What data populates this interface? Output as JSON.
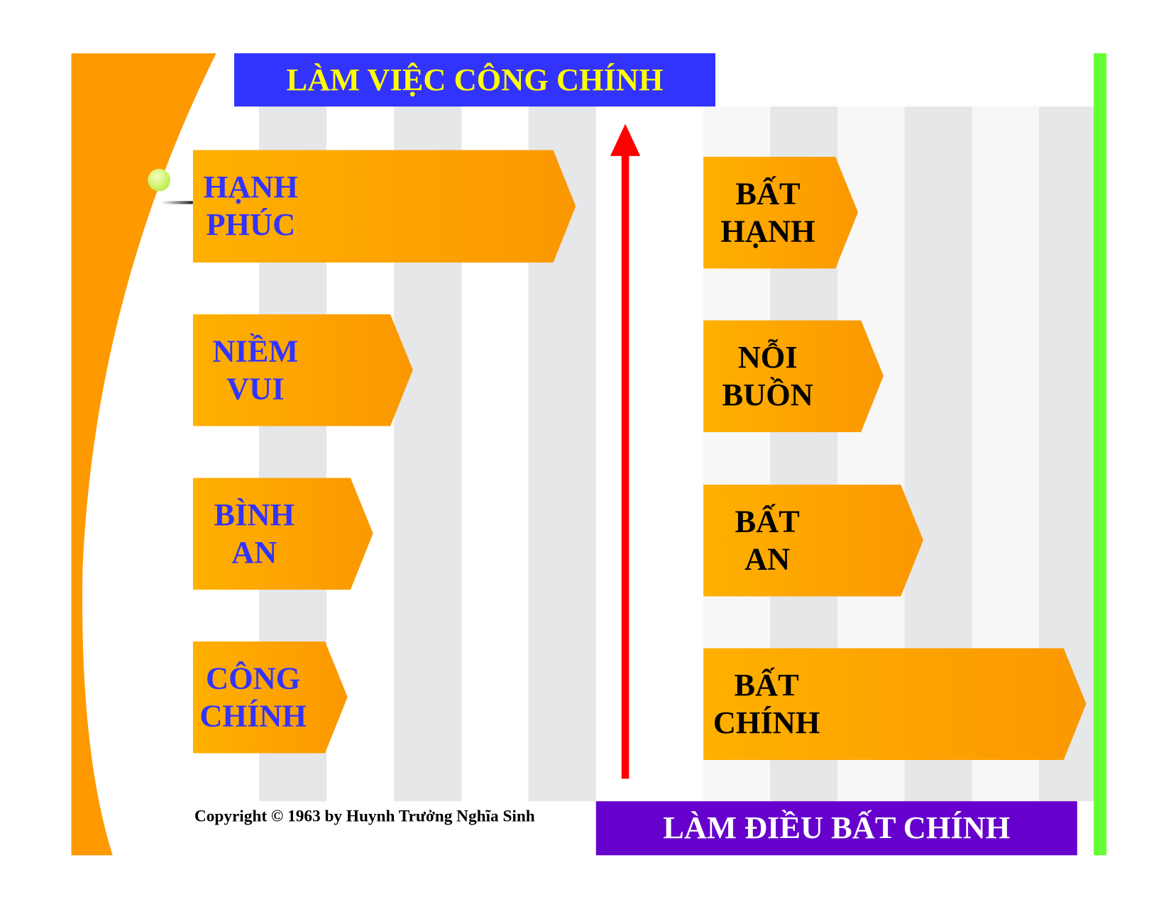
{
  "top_banner": {
    "label": "LÀM VIỆC CÔNG CHÍNH",
    "bg": "#3333ff",
    "color": "#ffff00"
  },
  "bottom_banner": {
    "label": "LÀM ĐIỀU BẤT CHÍNH",
    "bg": "#6600cc",
    "color": "#ffffff"
  },
  "left_items": [
    {
      "label": "HẠNH\nPHÚC"
    },
    {
      "label": "NIỀM\nVUI"
    },
    {
      "label": "BÌNH\nAN"
    },
    {
      "label": "CÔNG\nCHÍNH"
    }
  ],
  "right_items": [
    {
      "label": "BẤT\nHẠNH"
    },
    {
      "label": "NỖI\nBUỒN"
    },
    {
      "label": "BẤT\nAN"
    },
    {
      "label": "BẤT\nCHÍNH"
    }
  ],
  "copyright": "Copyright © 1963 by Huynh Trưởng Nghĩa Sinh",
  "colors": {
    "orange": "#ff9900",
    "green": "#66ff33",
    "arrow": "#ff0000"
  }
}
